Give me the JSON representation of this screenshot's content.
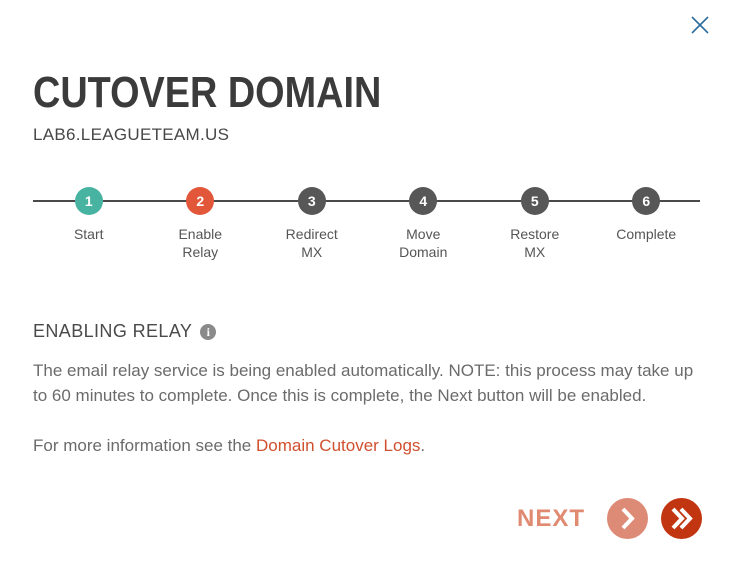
{
  "modal": {
    "title": "CUTOVER DOMAIN",
    "subtitle": "LAB6.LEAGUETEAM.US",
    "close_icon": "close-x"
  },
  "stepper": {
    "steps": [
      {
        "number": "1",
        "label": "Start",
        "state": "complete"
      },
      {
        "number": "2",
        "label": "Enable Relay",
        "state": "active"
      },
      {
        "number": "3",
        "label": "Redirect MX",
        "state": "pending"
      },
      {
        "number": "4",
        "label": "Move Domain",
        "state": "pending"
      },
      {
        "number": "5",
        "label": "Restore MX",
        "state": "pending"
      },
      {
        "number": "6",
        "label": "Complete",
        "state": "pending"
      }
    ]
  },
  "section": {
    "heading": "ENABLING RELAY",
    "info_icon": "info-circle",
    "paragraph1": "The email relay service is being enabled automatically. NOTE: this process may take up to 60 minutes to complete. Once this is complete, the Next button will be enabled.",
    "paragraph2_prefix": "For more information see the ",
    "paragraph2_link": "Domain Cutover Logs",
    "paragraph2_suffix": "."
  },
  "footer": {
    "next_label": "NEXT",
    "next_icon": "chevron-right",
    "finish_icon": "double-chevron-right"
  },
  "colors": {
    "step_complete": "#49b3a1",
    "step_active": "#e2573a",
    "step_pending": "#575757",
    "stepper_line": "#4a4a4a",
    "title_text": "#3b3b3b",
    "body_text": "#6b6b6b",
    "link": "#d0502e",
    "next_label": "#e08a72",
    "next_button": "#dd8b76",
    "finish_button": "#c23511",
    "close_icon": "#2d6d9d",
    "info_icon": "#8a8a8a"
  }
}
